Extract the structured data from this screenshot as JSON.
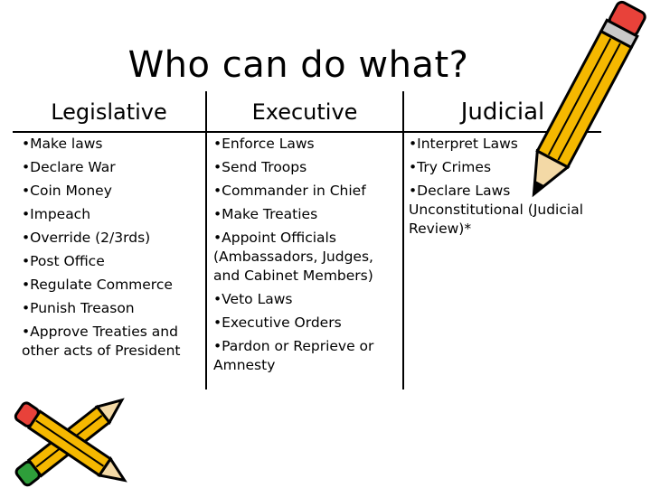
{
  "title": "Who can do what?",
  "columns": [
    {
      "header": "Legislative",
      "items": [
        "•Make laws",
        "•Declare War",
        "•Coin Money",
        "•Impeach",
        "•Override (2/3rds)",
        "•Post Office",
        "•Regulate Commerce",
        "•Punish Treason",
        "•Approve Treaties and other acts of President"
      ]
    },
    {
      "header": "Executive",
      "items": [
        "•Enforce Laws",
        "•Send Troops",
        "•Commander in Chief",
        "•Make Treaties",
        "•Appoint Officials (Ambassadors, Judges, and Cabinet Members)",
        "•Veto Laws",
        "•Executive Orders",
        "•Pardon or Reprieve or Amnesty"
      ]
    },
    {
      "header": "Judicial",
      "items": [
        "•Interpret Laws",
        "•Try Crimes",
        "•Declare Laws Unconstitutional (Judicial Review)*"
      ]
    }
  ],
  "decorations": {
    "top_right": "pencil-icon",
    "bottom_left": "crossed-pencils-icon"
  },
  "colors": {
    "text": "#000000",
    "background": "#ffffff",
    "pencil_body": "#f5b800",
    "pencil_eraser": "#e8423a",
    "pencil_green": "#2e9e3a"
  }
}
